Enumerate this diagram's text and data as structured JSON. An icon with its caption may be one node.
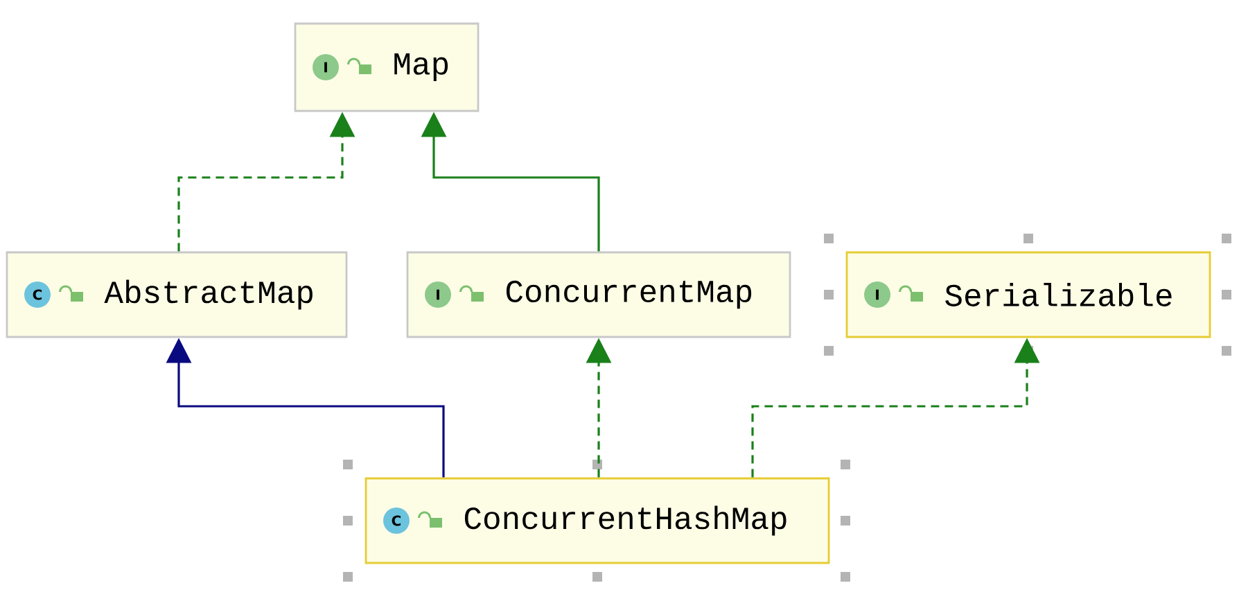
{
  "diagram": {
    "nodes": [
      {
        "text": [
          "I",
          "Map"
        ]
      },
      {
        "text": [
          "C",
          "AbstractMap"
        ]
      },
      {
        "text": [
          "I",
          "ConcurrentMap"
        ]
      },
      {
        "text": [
          "I",
          "Serializable"
        ]
      },
      {
        "text": [
          "C",
          "ConcurrentHashMap"
        ]
      }
    ],
    "edges": [
      {
        "from": 1,
        "to": 0,
        "arrow": "to",
        "style": "dashed"
      },
      {
        "from": 2,
        "to": 0,
        "arrow": "to"
      },
      {
        "from": 4,
        "to": 1,
        "arrow": "to",
        "color": "#0a0a80"
      },
      {
        "from": 4,
        "to": 2,
        "arrow": "to",
        "style": "dashed"
      },
      {
        "from": 4,
        "to": 3,
        "arrow": "to",
        "style": "dashed"
      }
    ]
  }
}
